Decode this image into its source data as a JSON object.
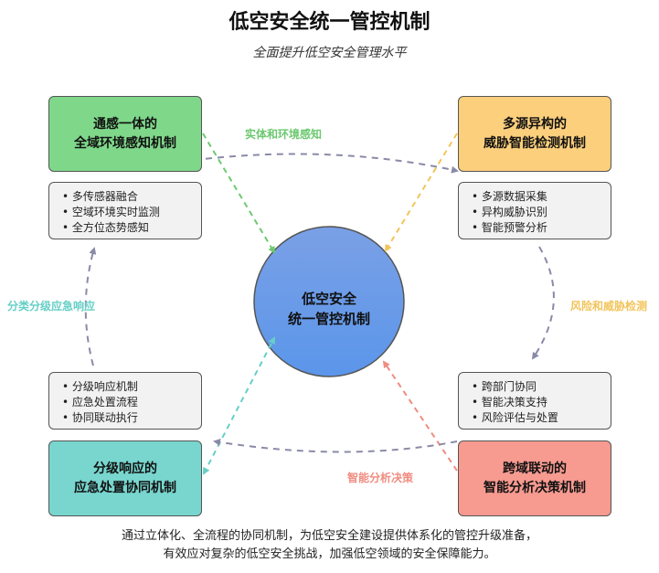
{
  "title": "低空安全统一管控机制",
  "subtitle": "全面提升低空安全管理水平",
  "center": {
    "line1": "低空安全",
    "line2": "统一管控机制"
  },
  "mechanisms": {
    "top_left": {
      "line1": "通感一体的",
      "line2": "全域环境感知机制",
      "color": "#7fd88a"
    },
    "top_right": {
      "line1": "多源异构的",
      "line2": "威胁智能检测机制",
      "color": "#fbcf7c"
    },
    "bottom_right": {
      "line1": "跨域联动的",
      "line2": "智能分析决策机制",
      "color": "#f79a90"
    },
    "bottom_left": {
      "line1": "分级响应的",
      "line2": "应急处置协同机制",
      "color": "#78d6cf"
    }
  },
  "lists": {
    "top_left": [
      "多传感器融合",
      "空域环境实时监测",
      "全方位态势感知"
    ],
    "top_right": [
      "多源数据采集",
      "异构威胁识别",
      "智能预警分析"
    ],
    "bottom_right": [
      "跨部门协同",
      "智能决策支持",
      "风险评估与处置"
    ],
    "bottom_left": [
      "分级响应机制",
      "应急处置流程",
      "协同联动执行"
    ]
  },
  "flow_labels": {
    "top": "实体和环境感知",
    "right": "风险和威胁检测",
    "bottom": "智能分析决策",
    "left": "分类分级应急响应"
  },
  "footer": {
    "line1": "通过立体化、全流程的协同机制，为低空安全建设提供体系化的管控升级准备，",
    "line2": "有效应对复杂的低空安全挑战，加强低空领域的安全保障能力。"
  },
  "colors": {
    "circle_top": "#7aa0e6",
    "circle_bottom": "#5b96ea",
    "label_top": "#6cc96f",
    "label_right": "#f2c45a",
    "label_bottom": "#f08c80",
    "label_left": "#66cfc6",
    "cycle_arrow": "#8a8aa8"
  }
}
